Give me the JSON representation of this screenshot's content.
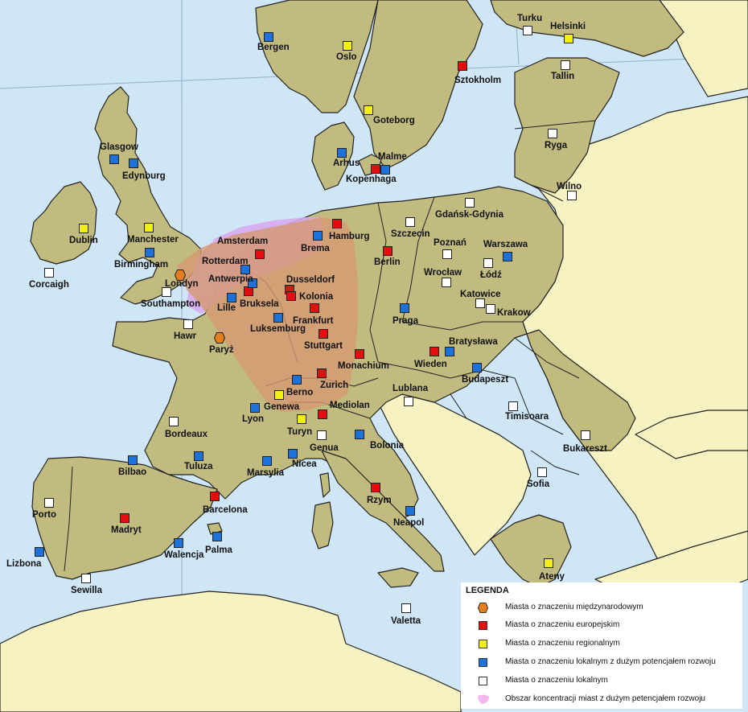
{
  "colors": {
    "sea": "#cfe6f7",
    "land_eu": "#c2bb80",
    "land_other": "#f7f2c1",
    "border": "#222222",
    "concentration_zone": "#d7a6ee",
    "international": "#e47f1c",
    "european": "#e30e0e",
    "regional": "#f2ee17",
    "local_potential": "#1c72d8",
    "local": "#ffffff"
  },
  "legend": {
    "title": "LEGENDA",
    "items": [
      {
        "type": "international",
        "shape": "hexagon",
        "label": "Miasta o znaczeniu międzynarodowym"
      },
      {
        "type": "european",
        "shape": "square",
        "label": "Miasta o znaczeniu europejskim"
      },
      {
        "type": "regional",
        "shape": "square",
        "label": "Miasta o znaczeniu regionalnym"
      },
      {
        "type": "local_potential",
        "shape": "square",
        "label": "Miasta o znaczeniu lokalnym z dużym potencjałem rozwoju"
      },
      {
        "type": "local",
        "shape": "square",
        "label": "Miasta o znaczeniu lokalnym"
      },
      {
        "type": "concentration_zone",
        "shape": "blob",
        "label": "Obszar koncentracji miast z dużym petencjałem rozwoju"
      }
    ]
  },
  "cities": [
    {
      "name": "Londyn",
      "type": "international"
    },
    {
      "name": "Paryż",
      "type": "international"
    },
    {
      "name": "Sztokholm",
      "type": "european"
    },
    {
      "name": "Kopenhaga",
      "type": "european"
    },
    {
      "name": "Hamburg",
      "type": "european"
    },
    {
      "name": "Berlin",
      "type": "european"
    },
    {
      "name": "Amsterdam",
      "type": "european"
    },
    {
      "name": "Bruksela",
      "type": "european"
    },
    {
      "name": "Dusseldorf",
      "type": "european"
    },
    {
      "name": "Kolonia",
      "type": "european"
    },
    {
      "name": "Frankfurt",
      "type": "european"
    },
    {
      "name": "Stuttgart",
      "type": "european"
    },
    {
      "name": "Monachium",
      "type": "european"
    },
    {
      "name": "Zurich",
      "type": "european"
    },
    {
      "name": "Mediolan",
      "type": "european"
    },
    {
      "name": "Wieden",
      "type": "european"
    },
    {
      "name": "Barcelona",
      "type": "european"
    },
    {
      "name": "Madryt",
      "type": "european"
    },
    {
      "name": "Rzym",
      "type": "european"
    },
    {
      "name": "Oslo",
      "type": "regional"
    },
    {
      "name": "Goteborg",
      "type": "regional"
    },
    {
      "name": "Helsinki",
      "type": "regional"
    },
    {
      "name": "Dublin",
      "type": "regional"
    },
    {
      "name": "Manchester",
      "type": "regional"
    },
    {
      "name": "Genewa",
      "type": "regional"
    },
    {
      "name": "Turyn",
      "type": "regional"
    },
    {
      "name": "Ateny",
      "type": "regional"
    },
    {
      "name": "Bergen",
      "type": "local_potential"
    },
    {
      "name": "Glasgow",
      "type": "local_potential"
    },
    {
      "name": "Edynburg",
      "type": "local_potential"
    },
    {
      "name": "Arhus",
      "type": "local_potential"
    },
    {
      "name": "Malme",
      "type": "local_potential"
    },
    {
      "name": "Birmingham",
      "type": "local_potential"
    },
    {
      "name": "Brema",
      "type": "local_potential"
    },
    {
      "name": "Rotterdam",
      "type": "local_potential"
    },
    {
      "name": "Antwerpia",
      "type": "local_potential"
    },
    {
      "name": "Lille",
      "type": "local_potential"
    },
    {
      "name": "Luksemburg",
      "type": "local_potential"
    },
    {
      "name": "Berno",
      "type": "local_potential"
    },
    {
      "name": "Lyon",
      "type": "local_potential"
    },
    {
      "name": "Warszawa",
      "type": "local_potential"
    },
    {
      "name": "Praga",
      "type": "local_potential"
    },
    {
      "name": "Bratysława",
      "type": "local_potential"
    },
    {
      "name": "Budapeszt",
      "type": "local_potential"
    },
    {
      "name": "Bolonia",
      "type": "local_potential"
    },
    {
      "name": "Nicea",
      "type": "local_potential"
    },
    {
      "name": "Marsylia",
      "type": "local_potential"
    },
    {
      "name": "Tuluza",
      "type": "local_potential"
    },
    {
      "name": "Bilbao",
      "type": "local_potential"
    },
    {
      "name": "Neapol",
      "type": "local_potential"
    },
    {
      "name": "Palma",
      "type": "local_potential"
    },
    {
      "name": "Walencja",
      "type": "local_potential"
    },
    {
      "name": "Lizbona",
      "type": "local_potential"
    },
    {
      "name": "Turku",
      "type": "local"
    },
    {
      "name": "Tallin",
      "type": "local"
    },
    {
      "name": "Ryga",
      "type": "local"
    },
    {
      "name": "Wilno",
      "type": "local"
    },
    {
      "name": "Gdańsk-Gdynia",
      "type": "local"
    },
    {
      "name": "Szczecin",
      "type": "local"
    },
    {
      "name": "Poznań",
      "type": "local"
    },
    {
      "name": "Łódź",
      "type": "local"
    },
    {
      "name": "Wrocław",
      "type": "local"
    },
    {
      "name": "Katowice",
      "type": "local"
    },
    {
      "name": "Krakow",
      "type": "local"
    },
    {
      "name": "Corcaigh",
      "type": "local"
    },
    {
      "name": "Southampton",
      "type": "local"
    },
    {
      "name": "Hawr",
      "type": "local"
    },
    {
      "name": "Bordeaux",
      "type": "local"
    },
    {
      "name": "Genua",
      "type": "local"
    },
    {
      "name": "Lublana",
      "type": "local"
    },
    {
      "name": "Timisoara",
      "type": "local"
    },
    {
      "name": "Bukareszt",
      "type": "local"
    },
    {
      "name": "Sofia",
      "type": "local"
    },
    {
      "name": "Porto",
      "type": "local"
    },
    {
      "name": "Sewilla",
      "type": "local"
    },
    {
      "name": "Valetta",
      "type": "local"
    }
  ]
}
